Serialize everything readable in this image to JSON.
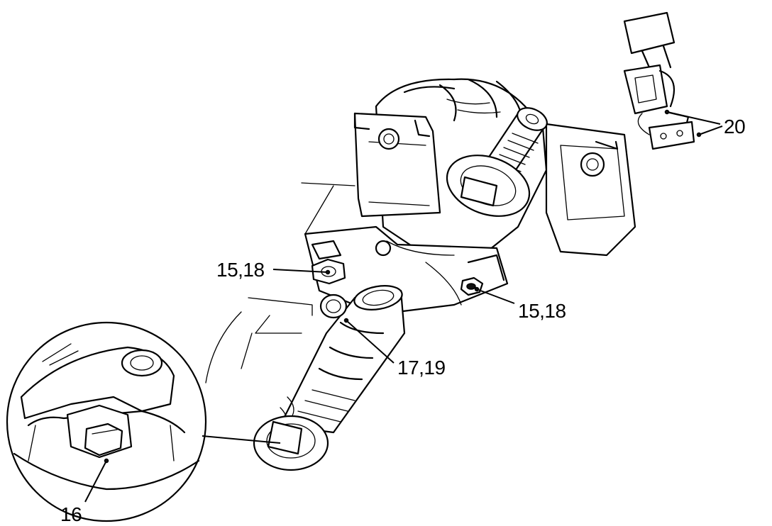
{
  "callouts": {
    "c20": "20",
    "c1518_left": "15,18",
    "c1518_right": "15,18",
    "c1719": "17,19",
    "c16": "16"
  }
}
